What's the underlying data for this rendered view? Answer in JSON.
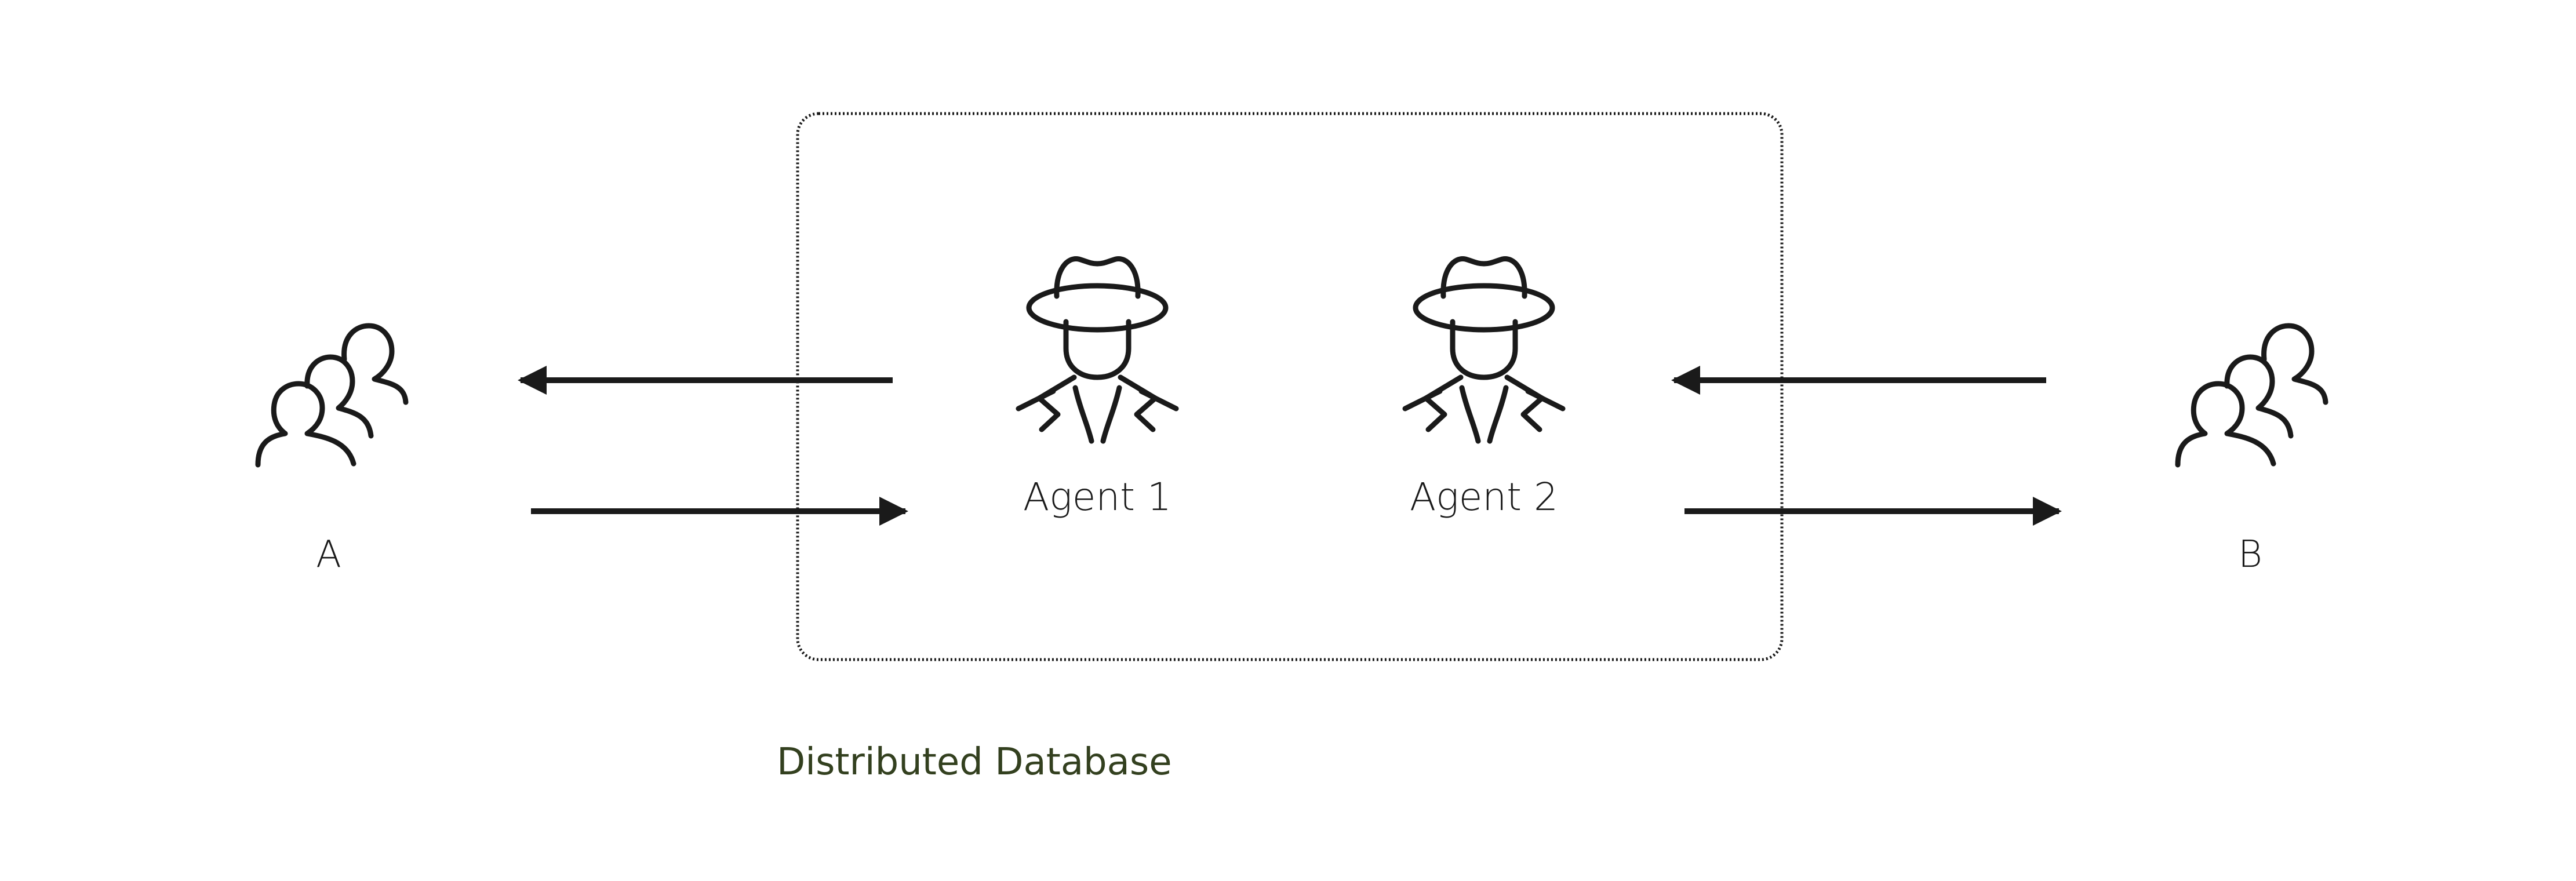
{
  "diagram": {
    "box_label": "Distributed Database",
    "left_group": {
      "label": "A",
      "icon": "users-group-icon"
    },
    "right_group": {
      "label": "B",
      "icon": "users-group-icon"
    },
    "agents": [
      {
        "label": "Agent 1",
        "icon": "spy-agent-icon"
      },
      {
        "label": "Agent 2",
        "icon": "spy-agent-icon"
      }
    ],
    "colors": {
      "stroke": "#1a1a1a",
      "caption": "#33401f",
      "background": "#ffffff"
    }
  }
}
